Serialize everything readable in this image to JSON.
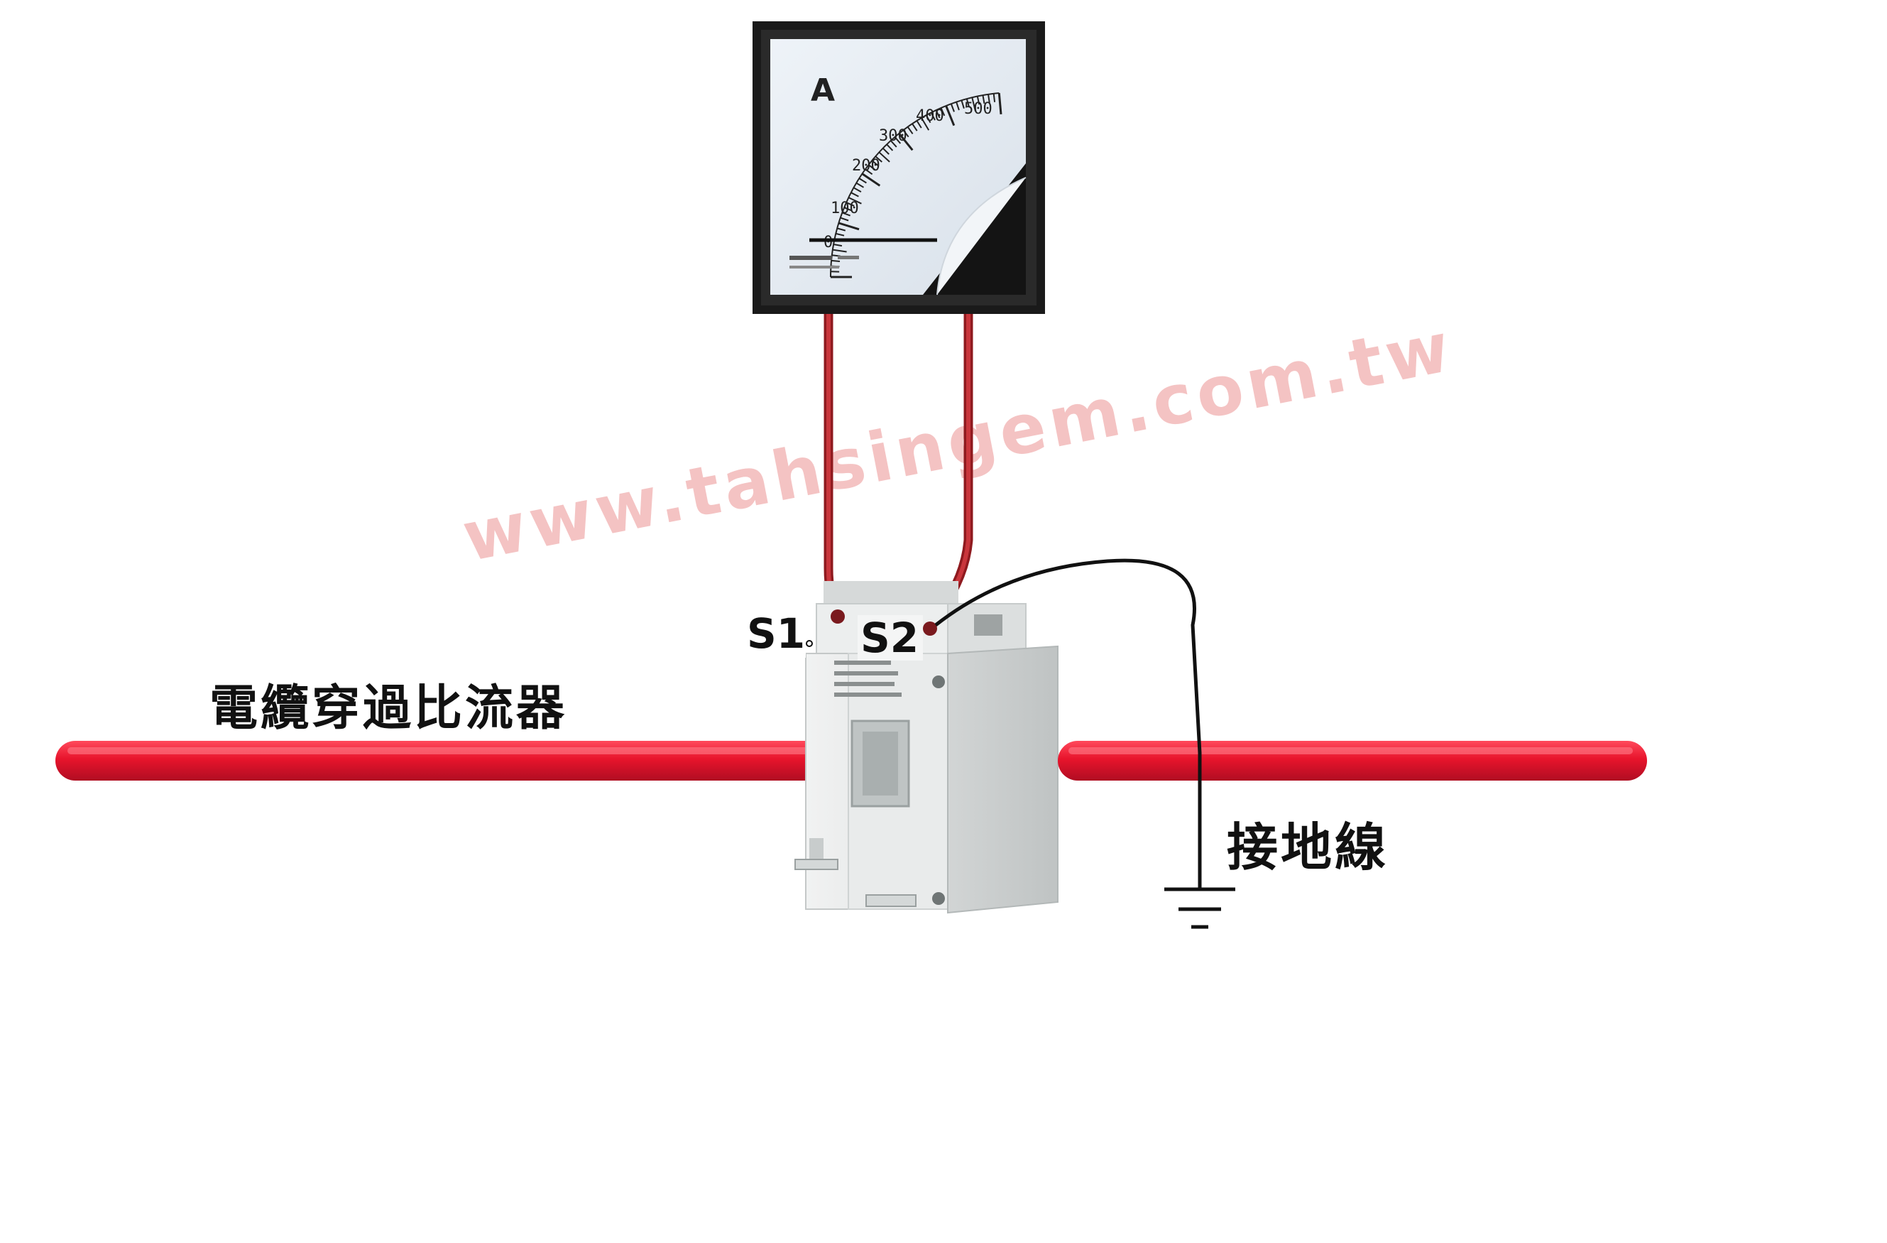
{
  "watermark": {
    "text": "www.tahsingem.com.tw",
    "color": "#f4c3c3"
  },
  "ammeter": {
    "unit_symbol": "A",
    "scale_labels": [
      "0",
      "100",
      "200",
      "300",
      "400",
      "500"
    ],
    "scale_max": 500,
    "needle_reading": 0,
    "frame_color": "#1a1a1a",
    "dial_color": "#e6edf4"
  },
  "current_transformer": {
    "terminal_labels": {
      "s1": "S1",
      "s2": "S2"
    },
    "body_color": "#e4e6e6"
  },
  "cable": {
    "label": "電纜穿過比流器",
    "color": "#e8142c"
  },
  "ground": {
    "label": "接地線"
  },
  "colors": {
    "lead_wire": "#b8242a",
    "ground_wire": "#111111"
  }
}
